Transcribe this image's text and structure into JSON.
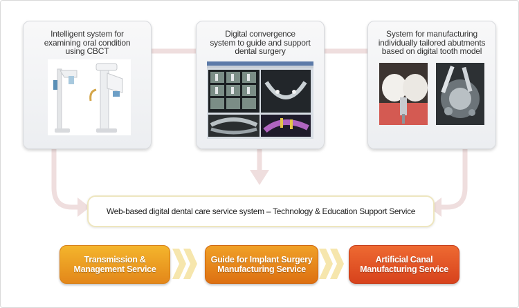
{
  "cards": [
    {
      "title": "Intelligent system for\nexamining oral condition\nusing CBCT",
      "image": "cbct-scanner-image"
    },
    {
      "title": "Digital convergence\nsystem to guide and support\ndental surgery",
      "image": "dental-imaging-software-screenshot"
    },
    {
      "title": "System for manufacturing\nindividually tailored abutments\nbased on digital tooth model",
      "image": "dental-abutment-photos"
    }
  ],
  "web_bar": {
    "text": "Web-based digital dental care service system – Technology & Education Support Service"
  },
  "services": [
    {
      "label": "Transmission &\nManagement Service"
    },
    {
      "label": "Guide for Implant Surgery\nManufacturing Service"
    },
    {
      "label": "Artificial Canal\nManufacturing Service"
    }
  ],
  "colors": {
    "connector": "#efdede",
    "service_1": "#e8961f",
    "service_2": "#e5821a",
    "service_3": "#df5426",
    "chevrons": "#f6e6ad"
  }
}
